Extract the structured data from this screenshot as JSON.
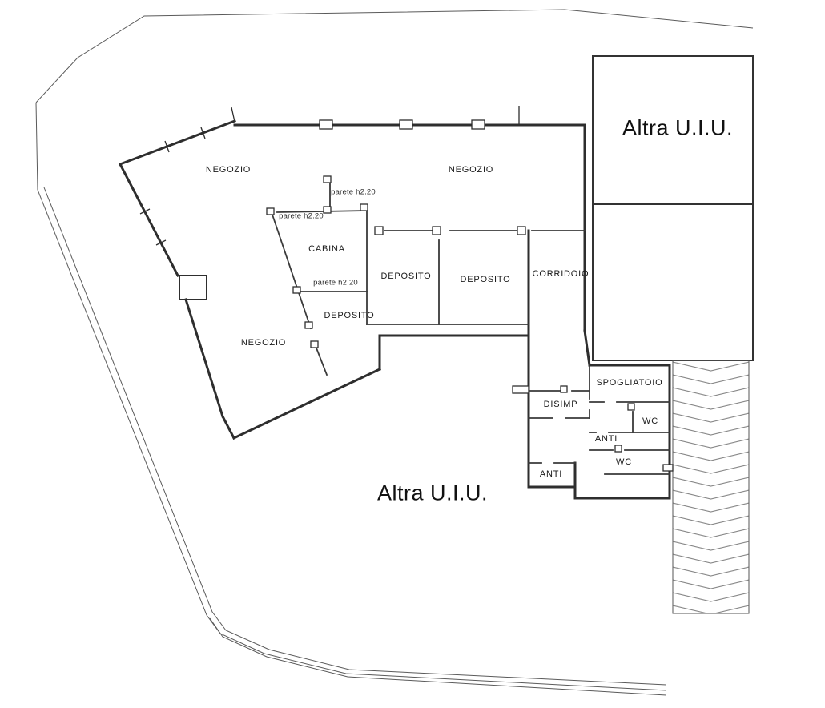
{
  "labels": {
    "negozio_top_left": "NEGOZIO",
    "negozio_top_right": "NEGOZIO",
    "negozio_lower": "NEGOZIO",
    "cabina": "CABINA",
    "deposito_1": "DEPOSITO",
    "deposito_2": "DEPOSITO",
    "deposito_3": "DEPOSITO",
    "corridoio": "CORRIDOIO",
    "spogliatoio": "SPOGLIATOIO",
    "disimp": "DISIMP",
    "wc_upper": "WC",
    "wc_lower": "WC",
    "anti_upper": "ANTI",
    "anti_lower": "ANTI",
    "altra_uiu_top": "Altra U.I.U.",
    "altra_uiu_main": "Altra U.I.U.",
    "parete_note_1": "parete h2.20",
    "parete_note_2": "parete h2.20",
    "parete_note_3": "parete h2.20"
  },
  "colors": {
    "wall": "#2e2e2e",
    "interior_wall": "#3a3a3a",
    "boundary_line": "#5a5a5a",
    "hatch": "#888888",
    "text": "#1a1a1a",
    "background": "#ffffff"
  }
}
